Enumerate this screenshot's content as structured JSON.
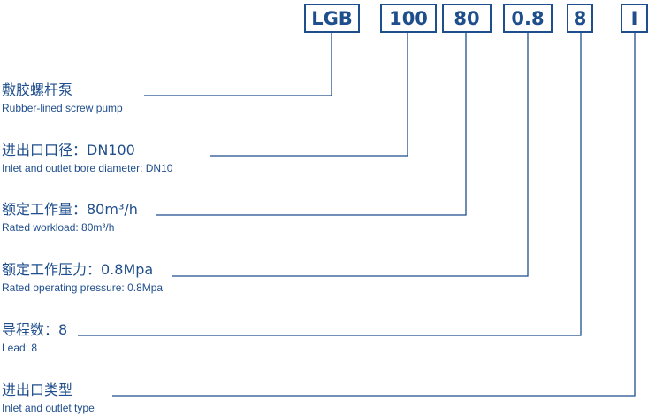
{
  "codes": [
    "LGB",
    "100",
    "80",
    "0.8",
    "8",
    "I"
  ],
  "items": [
    {
      "cn": "敷胶螺杆泵",
      "en": "Rubber-lined screw pump"
    },
    {
      "cn": "进出口口径：DN100",
      "en": "Inlet and outlet bore diameter: DN10"
    },
    {
      "cn": "额定工作量：80m³/h",
      "en": "Rated workload: 80m³/h"
    },
    {
      "cn": "额定工作压力：0.8Mpa",
      "en": "Rated operating pressure: 0.8Mpa"
    },
    {
      "cn": "导程数：8",
      "en": "Lead: 8"
    },
    {
      "cn": "进出口类型",
      "en": "Inlet and outlet type"
    }
  ],
  "colors": {
    "primary": "#1f4e8c"
  }
}
